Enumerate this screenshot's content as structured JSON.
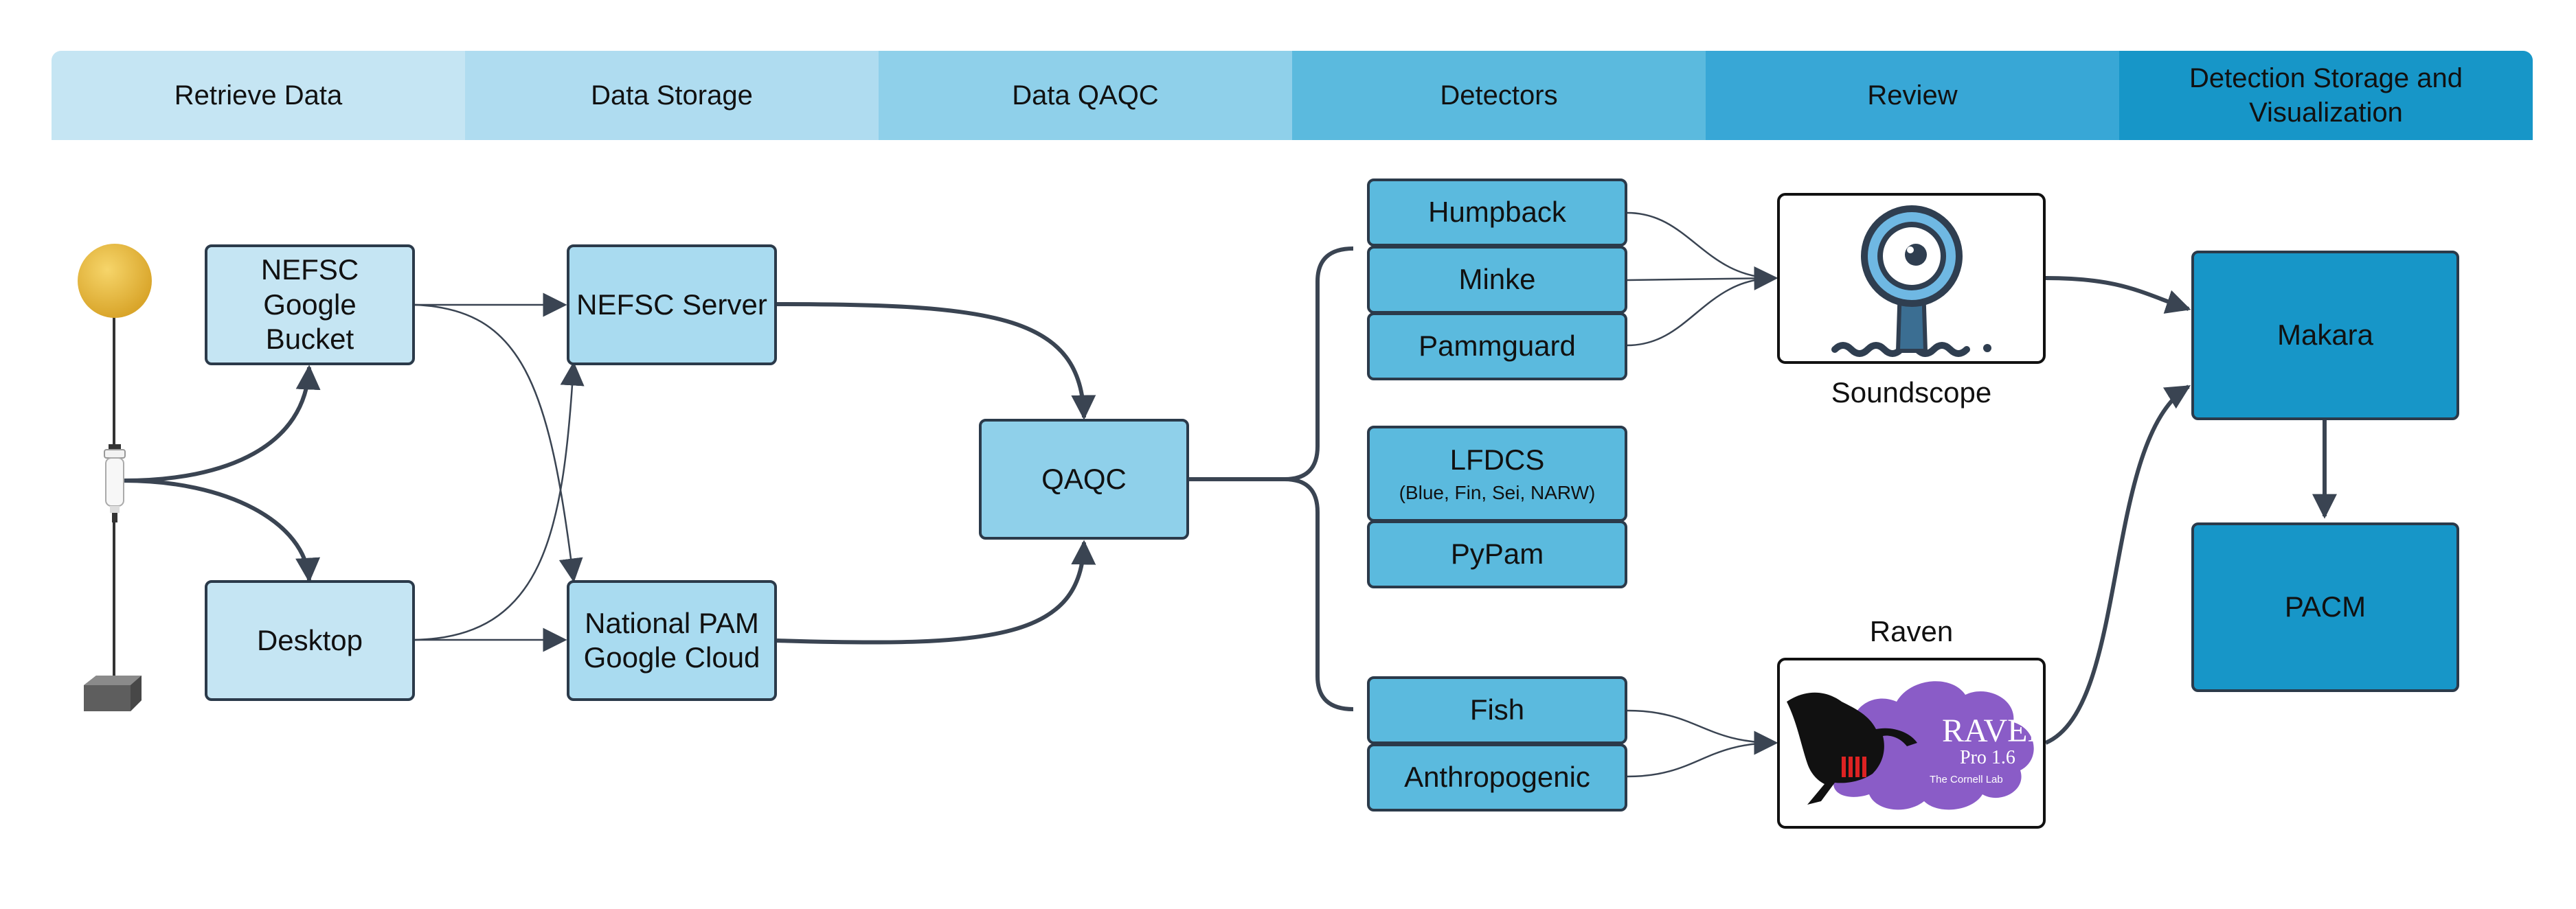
{
  "stages": [
    {
      "label": "Retrieve Data",
      "color": "#c5e5f3"
    },
    {
      "label": "Data Storage",
      "color": "#afdcf0"
    },
    {
      "label": "Data QAQC",
      "color": "#8fd0ea"
    },
    {
      "label": "Detectors",
      "color": "#5bbade"
    },
    {
      "label": "Review",
      "color": "#38a7d6"
    },
    {
      "label": "Detection Storage and Visualization",
      "color": "#1796c8"
    }
  ],
  "nodes": {
    "nefsc_bucket": "NEFSC Google Bucket",
    "desktop": "Desktop",
    "nefsc_server": "NEFSC Server",
    "national_pam": "National PAM Google Cloud",
    "qaqc": "QAQC",
    "detectors": {
      "humpback": "Humpback",
      "minke": "Minke",
      "pammguard": "Pammguard",
      "lfdcs": "LFDCS",
      "lfdcs_species": "(Blue, Fin, Sei, NARW)",
      "pypam": "PyPam",
      "fish": "Fish",
      "anthropogenic": "Anthropogenic"
    },
    "soundscope": "Soundscope",
    "raven": "Raven",
    "raven_logo": {
      "title": "RAVEN",
      "version": "Pro 1.6",
      "org": "The Cornell Lab"
    },
    "makara": "Makara",
    "pacm": "PACM"
  },
  "icons": {
    "buoy": "buoy-float-icon",
    "hydrophone": "hydrophone-icon",
    "anchor": "anchor-weight-icon",
    "soundscope_logo": "soundscope-logo-icon",
    "raven_logo": "raven-pro-logo-icon"
  }
}
